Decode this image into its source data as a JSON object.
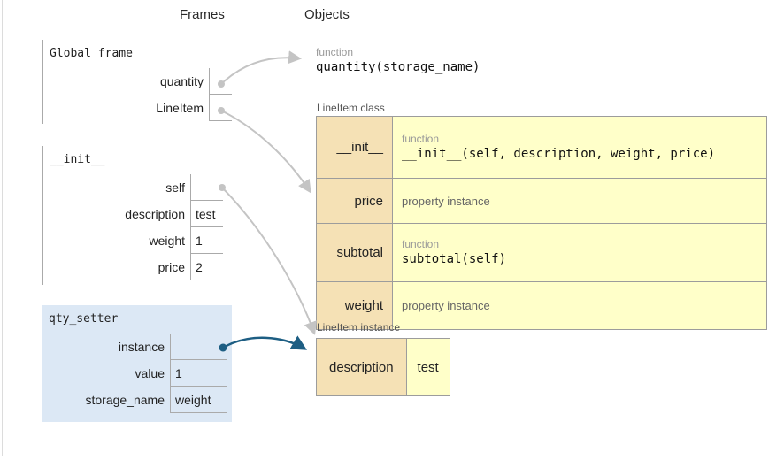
{
  "page": {
    "frames_heading": "Frames",
    "objects_heading": "Objects"
  },
  "stack": {
    "frames": [
      {
        "title": "Global frame",
        "highlighted": false,
        "vars": [
          {
            "name": "quantity",
            "value": "",
            "pointer": true
          },
          {
            "name": "LineItem",
            "value": "",
            "pointer": true
          }
        ]
      },
      {
        "title": "__init__",
        "highlighted": false,
        "vars": [
          {
            "name": "self",
            "value": "",
            "pointer": true
          },
          {
            "name": "description",
            "value": "test",
            "pointer": false
          },
          {
            "name": "weight",
            "value": "1",
            "pointer": false
          },
          {
            "name": "price",
            "value": "2",
            "pointer": false
          }
        ]
      },
      {
        "title": "qty_setter",
        "highlighted": true,
        "vars": [
          {
            "name": "instance",
            "value": "",
            "pointer": true
          },
          {
            "name": "value",
            "value": "1",
            "pointer": false
          },
          {
            "name": "storage_name",
            "value": "weight",
            "pointer": false
          }
        ]
      }
    ]
  },
  "heap": {
    "function_obj": {
      "type_label": "function",
      "code": "quantity(storage_name)"
    },
    "class_obj": {
      "label": "LineItem class",
      "rows": [
        {
          "name": "__init__",
          "type_label": "function",
          "code": "__init__(self, description, weight, price)"
        },
        {
          "name": "price",
          "text": "property instance"
        },
        {
          "name": "subtotal",
          "type_label": "function",
          "code": "subtotal(self)"
        },
        {
          "name": "weight",
          "text": "property instance"
        }
      ]
    },
    "instance_obj": {
      "label": "LineItem instance",
      "attrs": [
        {
          "name": "description",
          "value": "test"
        }
      ]
    }
  },
  "colors": {
    "arrow_gray": "#c4c4c4",
    "arrow_blue": "#1d5e83",
    "highlight_frame_bg": "#dce8f5",
    "attr_cell_bg": "#f5e1b5",
    "value_cell_bg": "#ffffc9"
  }
}
